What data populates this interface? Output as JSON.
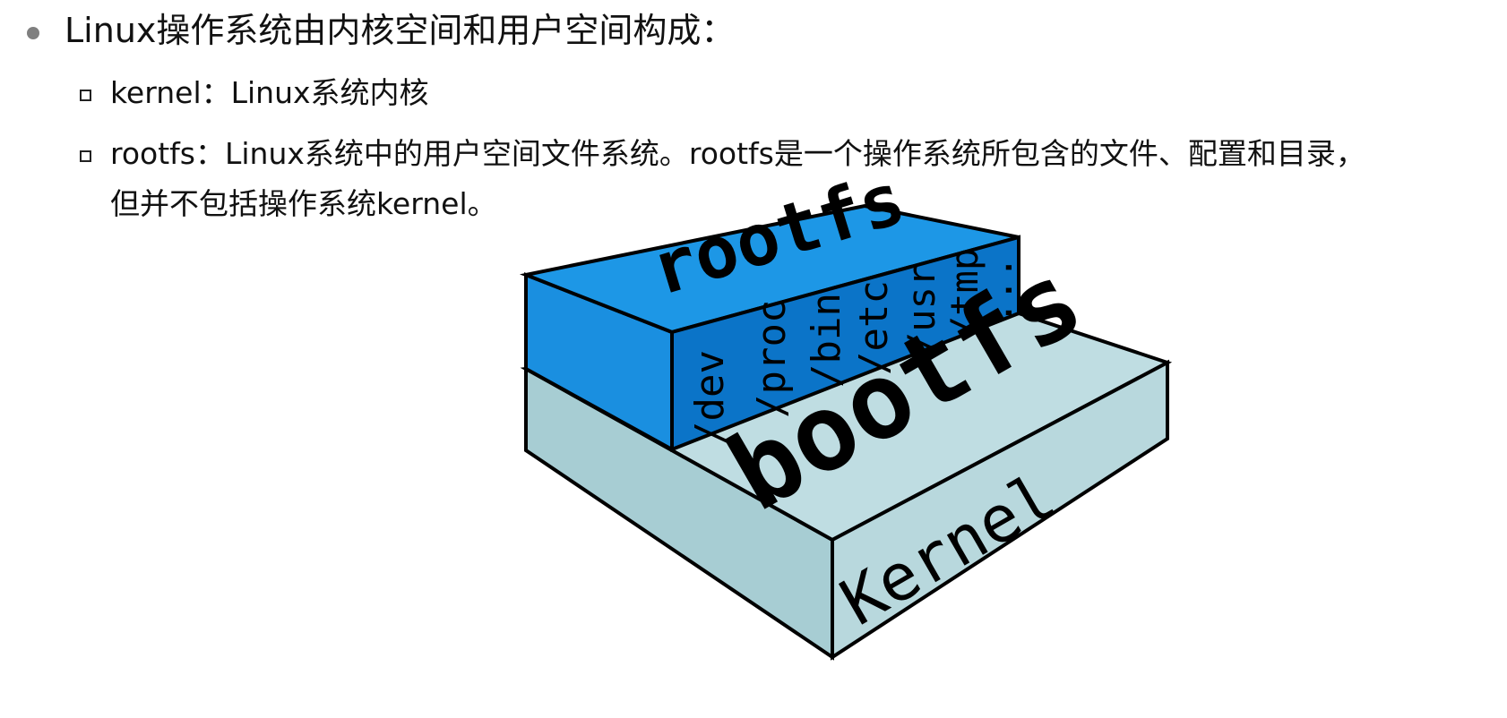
{
  "slide": {
    "main_bullet": "Linux操作系统由内核空间和用户空间构成：",
    "items": [
      {
        "text": "kernel：Linux系统内核"
      },
      {
        "text_line1": "rootfs：Linux系统中的用户空间文件系统。rootfs是一个操作系统所包含的文件、配置和目录，",
        "text_line2": "但并不包括操作系统kernel。"
      }
    ]
  },
  "diagram": {
    "layers": {
      "top": "rootfs",
      "middle": "bootfs",
      "bottom": "Kernel"
    },
    "directories": [
      "/dev",
      "/proc",
      "/bin",
      "/etc",
      "/usr",
      "/tmp",
      "..."
    ],
    "colors": {
      "rootfs": "#1d97e6",
      "rootfs_side": "#0b74c8",
      "base_top": "#bfdde2",
      "base_side": "#a7cdd3",
      "outline": "#000000"
    }
  }
}
